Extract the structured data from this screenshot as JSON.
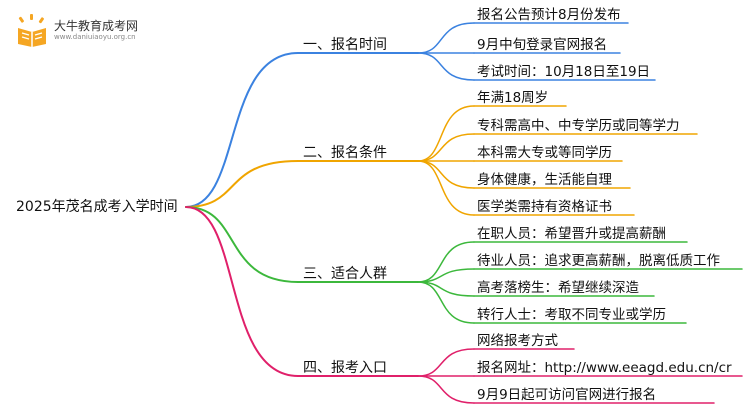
{
  "logo": {
    "title": "大牛教育成考网",
    "url": "www.daniuiaoyu.org.cn"
  },
  "root": "2025年茂名成考入学时间",
  "branches": [
    {
      "label": "一、报名时间",
      "color": "#3b82e0",
      "items": [
        "报名公告预计8月份发布",
        "9月中旬登录官网报名",
        "考试时间：10月18日至19日"
      ]
    },
    {
      "label": "二、报名条件",
      "color": "#f0a500",
      "items": [
        "年满18周岁",
        "专科需高中、中专学历或同等学力",
        "本科需大专或等同学历",
        "身体健康，生活能自理",
        "医学类需持有资格证书"
      ]
    },
    {
      "label": "三、适合人群",
      "color": "#3cb83c",
      "items": [
        "在职人员：希望晋升或提高薪酬",
        "待业人员：追求更高薪酬，脱离低质工作",
        "高考落榜生：希望继续深造",
        "转行人士：考取不同专业或学历"
      ]
    },
    {
      "label": "四、报考入口",
      "color": "#e0206a",
      "items": [
        "网络报考方式",
        "报名网址：http://www.eeagd.edu.cn/cr",
        "9月9日起可访问官网进行报名"
      ]
    }
  ]
}
